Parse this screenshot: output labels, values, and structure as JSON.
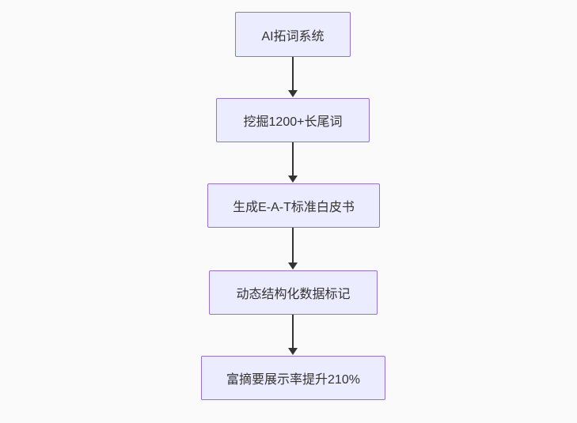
{
  "diagram": {
    "type": "flowchart",
    "direction": "top-down",
    "nodes": [
      {
        "id": "step-1",
        "label": "AI拓词系统"
      },
      {
        "id": "step-2",
        "label": "挖掘1200+长尾词"
      },
      {
        "id": "step-3",
        "label": "生成E-A-T标准白皮书"
      },
      {
        "id": "step-4",
        "label": "动态结构化数据标记"
      },
      {
        "id": "step-5",
        "label": "富摘要展示率提升210%"
      }
    ],
    "edges": [
      {
        "from": "step-1",
        "to": "step-2"
      },
      {
        "from": "step-2",
        "to": "step-3"
      },
      {
        "from": "step-3",
        "to": "step-4"
      },
      {
        "from": "step-4",
        "to": "step-5"
      }
    ],
    "colors": {
      "node_fill": "#ECECFF",
      "node_border": "#9370DB",
      "node_text": "#333333",
      "edge_line": "#333333",
      "background": "#fafafa"
    }
  }
}
